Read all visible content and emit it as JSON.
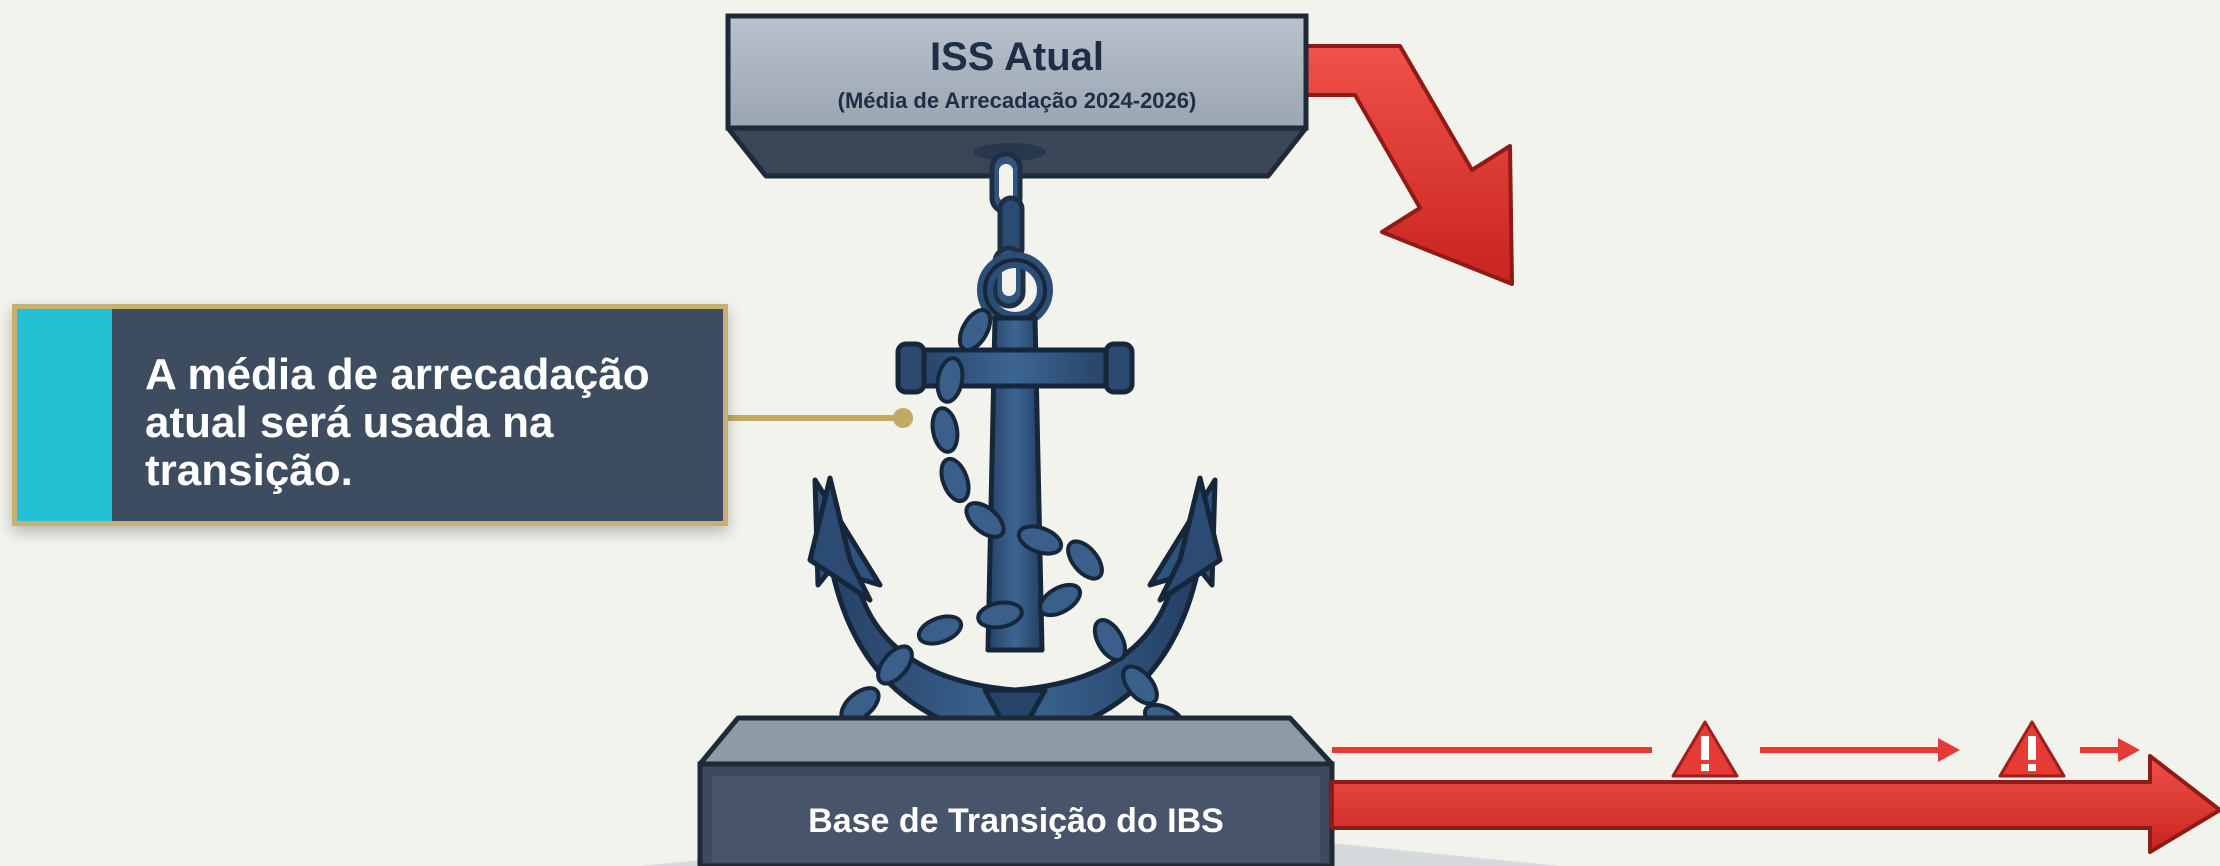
{
  "top_block": {
    "title": "ISS Atual",
    "subtitle": "(Média de Arrecadação 2024-2026)"
  },
  "callout": {
    "text": "A média de arrecadação atual será usada na transição."
  },
  "bottom_block": {
    "title": "Base de Transição do IBS"
  },
  "colors": {
    "background": "#f3f3ee",
    "block_face": "#a9b3bf",
    "block_dark": "#3a4658",
    "anchor": "#2c4e76",
    "arrow_red": "#e53a35",
    "callout_bg": "#3e4c5f",
    "callout_accent": "#22c1d3",
    "callout_border": "#c7b172"
  },
  "icons": [
    "anchor-icon",
    "chain-icon",
    "warning-icon",
    "arrow-down-right-icon",
    "arrow-right-icon"
  ]
}
